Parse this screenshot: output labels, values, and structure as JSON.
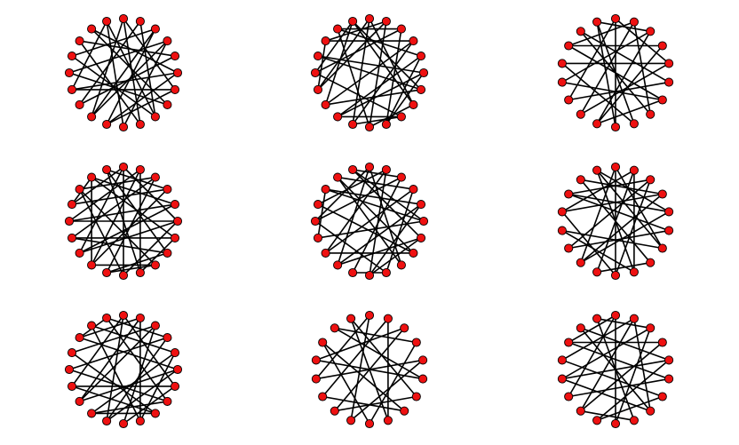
{
  "figure": {
    "node_color": "#ee1111",
    "node_stroke": "#000000",
    "edge_color": "#000000",
    "layout": "circular",
    "grid": {
      "rows": 3,
      "cols": 3
    }
  },
  "graphs": [
    {
      "id": "graph-1",
      "nodes": 20,
      "edges": [
        [
          0,
          9
        ],
        [
          1,
          13
        ],
        [
          2,
          12
        ],
        [
          3,
          15
        ],
        [
          4,
          17
        ],
        [
          5,
          11
        ],
        [
          6,
          14
        ],
        [
          7,
          18
        ],
        [
          8,
          16
        ],
        [
          10,
          19
        ],
        [
          0,
          12
        ],
        [
          1,
          8
        ],
        [
          2,
          16
        ],
        [
          3,
          10
        ],
        [
          4,
          13
        ],
        [
          5,
          18
        ],
        [
          6,
          11
        ],
        [
          7,
          15
        ],
        [
          9,
          17
        ],
        [
          14,
          19
        ],
        [
          0,
          6
        ],
        [
          3,
          12
        ],
        [
          5,
          14
        ],
        [
          8,
          19
        ],
        [
          11,
          2
        ]
      ]
    },
    {
      "id": "graph-2",
      "nodes": 20,
      "edges": [
        [
          0,
          11
        ],
        [
          1,
          14
        ],
        [
          2,
          9
        ],
        [
          3,
          17
        ],
        [
          4,
          12
        ],
        [
          5,
          16
        ],
        [
          6,
          13
        ],
        [
          7,
          19
        ],
        [
          8,
          15
        ],
        [
          10,
          18
        ],
        [
          0,
          7
        ],
        [
          1,
          10
        ],
        [
          2,
          15
        ],
        [
          3,
          11
        ],
        [
          4,
          18
        ],
        [
          5,
          9
        ],
        [
          6,
          16
        ],
        [
          8,
          12
        ],
        [
          13,
          19
        ],
        [
          14,
          17
        ],
        [
          0,
          14
        ],
        [
          2,
          18
        ],
        [
          4,
          9
        ],
        [
          6,
          19
        ],
        [
          1,
          17
        ],
        [
          3,
          13
        ],
        [
          5,
          12
        ],
        [
          7,
          10
        ],
        [
          8,
          11
        ],
        [
          15,
          19
        ]
      ]
    },
    {
      "id": "graph-3",
      "nodes": 18,
      "edges": [
        [
          0,
          9
        ],
        [
          1,
          11
        ],
        [
          2,
          13
        ],
        [
          3,
          10
        ],
        [
          4,
          14
        ],
        [
          5,
          12
        ],
        [
          6,
          15
        ],
        [
          7,
          16
        ],
        [
          8,
          17
        ],
        [
          0,
          12
        ],
        [
          1,
          7
        ],
        [
          2,
          10
        ],
        [
          3,
          15
        ],
        [
          4,
          11
        ],
        [
          5,
          16
        ],
        [
          6,
          13
        ],
        [
          8,
          14
        ],
        [
          9,
          17
        ],
        [
          0,
          4
        ],
        [
          2,
          17
        ],
        [
          6,
          10
        ],
        [
          1,
          15
        ]
      ]
    },
    {
      "id": "graph-4",
      "nodes": 20,
      "edges": [
        [
          0,
          10
        ],
        [
          1,
          12
        ],
        [
          2,
          14
        ],
        [
          3,
          16
        ],
        [
          4,
          13
        ],
        [
          5,
          15
        ],
        [
          6,
          18
        ],
        [
          7,
          11
        ],
        [
          8,
          17
        ],
        [
          9,
          19
        ],
        [
          0,
          13
        ],
        [
          1,
          9
        ],
        [
          2,
          17
        ],
        [
          3,
          12
        ],
        [
          4,
          15
        ],
        [
          5,
          10
        ],
        [
          6,
          14
        ],
        [
          7,
          19
        ],
        [
          8,
          11
        ],
        [
          16,
          18
        ],
        [
          0,
          16
        ],
        [
          2,
          11
        ],
        [
          4,
          18
        ],
        [
          6,
          9
        ],
        [
          1,
          15
        ],
        [
          3,
          19
        ],
        [
          5,
          13
        ],
        [
          7,
          14
        ],
        [
          8,
          12
        ],
        [
          10,
          17
        ],
        [
          0,
          5
        ],
        [
          12,
          18
        ]
      ]
    },
    {
      "id": "graph-5",
      "nodes": 20,
      "edges": [
        [
          0,
          12
        ],
        [
          1,
          10
        ],
        [
          2,
          15
        ],
        [
          3,
          13
        ],
        [
          4,
          17
        ],
        [
          5,
          14
        ],
        [
          6,
          19
        ],
        [
          7,
          16
        ],
        [
          8,
          18
        ],
        [
          9,
          11
        ],
        [
          0,
          8
        ],
        [
          1,
          16
        ],
        [
          2,
          11
        ],
        [
          3,
          18
        ],
        [
          4,
          10
        ],
        [
          5,
          19
        ],
        [
          6,
          12
        ],
        [
          7,
          13
        ],
        [
          9,
          15
        ],
        [
          14,
          17
        ],
        [
          0,
          15
        ],
        [
          2,
          19
        ],
        [
          4,
          12
        ],
        [
          6,
          10
        ],
        [
          1,
          13
        ],
        [
          3,
          9
        ],
        [
          5,
          17
        ],
        [
          7,
          18
        ]
      ]
    },
    {
      "id": "graph-6",
      "nodes": 18,
      "edges": [
        [
          0,
          9
        ],
        [
          1,
          10
        ],
        [
          2,
          12
        ],
        [
          3,
          14
        ],
        [
          4,
          11
        ],
        [
          5,
          15
        ],
        [
          6,
          13
        ],
        [
          7,
          16
        ],
        [
          8,
          17
        ],
        [
          0,
          11
        ],
        [
          1,
          14
        ],
        [
          2,
          9
        ],
        [
          3,
          16
        ],
        [
          4,
          15
        ],
        [
          5,
          12
        ],
        [
          6,
          17
        ],
        [
          7,
          10
        ],
        [
          8,
          13
        ],
        [
          0,
          6
        ],
        [
          2,
          15
        ],
        [
          4,
          17
        ],
        [
          1,
          8
        ],
        [
          3,
          11
        ],
        [
          9,
          14
        ]
      ]
    },
    {
      "id": "graph-7",
      "nodes": 20,
      "edges": [
        [
          0,
          11
        ],
        [
          1,
          13
        ],
        [
          2,
          10
        ],
        [
          3,
          15
        ],
        [
          4,
          12
        ],
        [
          5,
          17
        ],
        [
          6,
          14
        ],
        [
          7,
          19
        ],
        [
          8,
          16
        ],
        [
          9,
          18
        ],
        [
          0,
          14
        ],
        [
          1,
          9
        ],
        [
          2,
          16
        ],
        [
          3,
          11
        ],
        [
          4,
          18
        ],
        [
          5,
          13
        ],
        [
          6,
          10
        ],
        [
          7,
          15
        ],
        [
          8,
          12
        ],
        [
          17,
          19
        ],
        [
          0,
          6
        ],
        [
          2,
          13
        ],
        [
          4,
          9
        ],
        [
          1,
          17
        ],
        [
          3,
          19
        ],
        [
          5,
          11
        ],
        [
          7,
          12
        ],
        [
          8,
          14
        ]
      ]
    },
    {
      "id": "graph-8",
      "nodes": 18,
      "edges": [
        [
          0,
          10
        ],
        [
          1,
          12
        ],
        [
          2,
          14
        ],
        [
          3,
          9
        ],
        [
          4,
          13
        ],
        [
          5,
          16
        ],
        [
          6,
          11
        ],
        [
          7,
          15
        ],
        [
          8,
          17
        ],
        [
          0,
          13
        ],
        [
          1,
          8
        ],
        [
          2,
          11
        ],
        [
          3,
          16
        ],
        [
          4,
          10
        ],
        [
          5,
          14
        ],
        [
          6,
          17
        ],
        [
          7,
          12
        ],
        [
          9,
          15
        ]
      ]
    },
    {
      "id": "graph-9",
      "nodes": 18,
      "edges": [
        [
          0,
          9
        ],
        [
          1,
          11
        ],
        [
          2,
          13
        ],
        [
          3,
          15
        ],
        [
          4,
          10
        ],
        [
          5,
          12
        ],
        [
          6,
          14
        ],
        [
          7,
          16
        ],
        [
          8,
          17
        ],
        [
          0,
          12
        ],
        [
          1,
          14
        ],
        [
          2,
          9
        ],
        [
          3,
          11
        ],
        [
          4,
          16
        ],
        [
          5,
          15
        ],
        [
          6,
          10
        ],
        [
          7,
          13
        ],
        [
          8,
          11
        ],
        [
          0,
          15
        ],
        [
          2,
          17
        ],
        [
          4,
          13
        ],
        [
          1,
          7
        ]
      ]
    }
  ]
}
